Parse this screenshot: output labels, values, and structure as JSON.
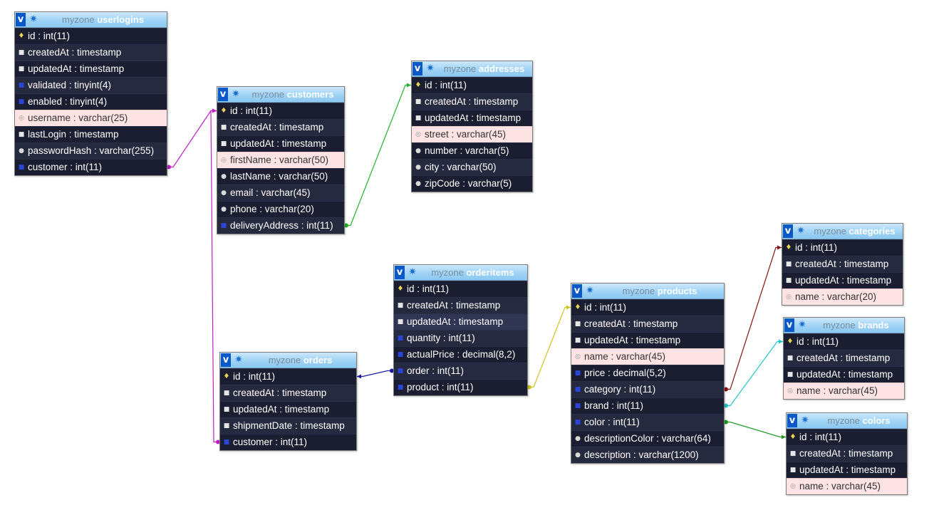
{
  "colors": {
    "header_bg": "#9fd3f5",
    "row_bg": "#1b1e31",
    "unique_row_bg": "#fde3e3",
    "toggle_bg": "#0a59c6",
    "link_userlogins_customers": "#c21bc9",
    "link_orders_customers": "#c21bc9",
    "link_customers_addresses": "#22b22a",
    "link_orderitems_orders": "#1a1aa6",
    "link_orderitems_products": "#cdc61c",
    "link_products_categories": "#8a1010",
    "link_products_brands": "#1fc5cc",
    "link_products_colors": "#1f9a22"
  },
  "tables": {
    "userlogins": {
      "toggle": "v",
      "db": "myzone",
      "name": "userlogins",
      "columns": [
        {
          "text": "id : int(11)",
          "kind": "pk"
        },
        {
          "text": "createdAt : timestamp",
          "kind": "col"
        },
        {
          "text": "updatedAt : timestamp",
          "kind": "col"
        },
        {
          "text": "validated : tinyint(4)",
          "kind": "fk"
        },
        {
          "text": "enabled : tinyint(4)",
          "kind": "fk"
        },
        {
          "text": "username : varchar(25)",
          "kind": "uq"
        },
        {
          "text": "lastLogin : timestamp",
          "kind": "col"
        },
        {
          "text": "passwordHash : varchar(255)",
          "kind": "nul"
        },
        {
          "text": "customer : int(11)",
          "kind": "fk"
        }
      ]
    },
    "customers": {
      "toggle": "v",
      "db": "myzone",
      "name": "customers",
      "columns": [
        {
          "text": "id : int(11)",
          "kind": "pk"
        },
        {
          "text": "createdAt : timestamp",
          "kind": "col"
        },
        {
          "text": "updatedAt : timestamp",
          "kind": "col"
        },
        {
          "text": "firstName : varchar(50)",
          "kind": "uq"
        },
        {
          "text": "lastName : varchar(50)",
          "kind": "nul"
        },
        {
          "text": "email : varchar(45)",
          "kind": "nul"
        },
        {
          "text": "phone : varchar(20)",
          "kind": "nul"
        },
        {
          "text": "deliveryAddress : int(11)",
          "kind": "fk"
        }
      ]
    },
    "addresses": {
      "toggle": "v",
      "db": "myzone",
      "name": "addresses",
      "columns": [
        {
          "text": "id : int(11)",
          "kind": "pk"
        },
        {
          "text": "createdAt : timestamp",
          "kind": "col"
        },
        {
          "text": "updatedAt : timestamp",
          "kind": "col"
        },
        {
          "text": "street : varchar(45)",
          "kind": "uq"
        },
        {
          "text": "number : varchar(5)",
          "kind": "nul"
        },
        {
          "text": "city : varchar(50)",
          "kind": "nul"
        },
        {
          "text": "zipCode : varchar(5)",
          "kind": "nul"
        }
      ]
    },
    "orderitems": {
      "toggle": "v",
      "db": "myzone",
      "name": "orderitems",
      "columns": [
        {
          "text": "id : int(11)",
          "kind": "pk"
        },
        {
          "text": "createdAt : timestamp",
          "kind": "col"
        },
        {
          "text": "updatedAt : timestamp",
          "kind": "col",
          "hl": true
        },
        {
          "text": "quantity : int(11)",
          "kind": "fk"
        },
        {
          "text": "actualPrice : decimal(8,2)",
          "kind": "fk"
        },
        {
          "text": "order : int(11)",
          "kind": "fk"
        },
        {
          "text": "product : int(11)",
          "kind": "fk"
        }
      ]
    },
    "orders": {
      "toggle": "v",
      "db": "myzone",
      "name": "orders",
      "columns": [
        {
          "text": "id : int(11)",
          "kind": "pk"
        },
        {
          "text": "createdAt : timestamp",
          "kind": "col"
        },
        {
          "text": "updatedAt : timestamp",
          "kind": "col"
        },
        {
          "text": "shipmentDate : timestamp",
          "kind": "col"
        },
        {
          "text": "customer : int(11)",
          "kind": "fk"
        }
      ]
    },
    "products": {
      "toggle": "v",
      "db": "myzone",
      "name": "products",
      "columns": [
        {
          "text": "id : int(11)",
          "kind": "pk"
        },
        {
          "text": "createdAt : timestamp",
          "kind": "col"
        },
        {
          "text": "updatedAt : timestamp",
          "kind": "col"
        },
        {
          "text": "name : varchar(45)",
          "kind": "uq"
        },
        {
          "text": "price : decimal(5,2)",
          "kind": "fk"
        },
        {
          "text": "category : int(11)",
          "kind": "fk"
        },
        {
          "text": "brand : int(11)",
          "kind": "fk"
        },
        {
          "text": "color : int(11)",
          "kind": "fk"
        },
        {
          "text": "descriptionColor : varchar(64)",
          "kind": "nul"
        },
        {
          "text": "description : varchar(1200)",
          "kind": "nul"
        }
      ]
    },
    "categories": {
      "toggle": "v",
      "db": "myzone",
      "name": "categories",
      "columns": [
        {
          "text": "id : int(11)",
          "kind": "pk"
        },
        {
          "text": "createdAt : timestamp",
          "kind": "col"
        },
        {
          "text": "updatedAt : timestamp",
          "kind": "col"
        },
        {
          "text": "name : varchar(20)",
          "kind": "uq"
        }
      ]
    },
    "brands": {
      "toggle": "v",
      "db": "myzone",
      "name": "brands",
      "columns": [
        {
          "text": "id : int(11)",
          "kind": "pk"
        },
        {
          "text": "createdAt : timestamp",
          "kind": "col"
        },
        {
          "text": "updatedAt : timestamp",
          "kind": "col"
        },
        {
          "text": "name : varchar(45)",
          "kind": "uq"
        }
      ]
    },
    "colors": {
      "toggle": "v",
      "db": "myzone",
      "name": "colors",
      "columns": [
        {
          "text": "id : int(11)",
          "kind": "pk"
        },
        {
          "text": "createdAt : timestamp",
          "kind": "col"
        },
        {
          "text": "updatedAt : timestamp",
          "kind": "col"
        },
        {
          "text": "name : varchar(45)",
          "kind": "uq"
        }
      ]
    }
  },
  "relations": [
    {
      "from": "userlogins.customer",
      "to": "customers.id",
      "color_key": "link_userlogins_customers"
    },
    {
      "from": "orders.customer",
      "to": "customers.id",
      "color_key": "link_orders_customers"
    },
    {
      "from": "customers.deliveryAddress",
      "to": "addresses.id",
      "color_key": "link_customers_addresses"
    },
    {
      "from": "orderitems.order",
      "to": "orders.id",
      "color_key": "link_orderitems_orders"
    },
    {
      "from": "orderitems.product",
      "to": "products.id",
      "color_key": "link_orderitems_products"
    },
    {
      "from": "products.category",
      "to": "categories.id",
      "color_key": "link_products_categories"
    },
    {
      "from": "products.brand",
      "to": "brands.id",
      "color_key": "link_products_brands"
    },
    {
      "from": "products.color",
      "to": "colors.id",
      "color_key": "link_products_colors"
    }
  ]
}
